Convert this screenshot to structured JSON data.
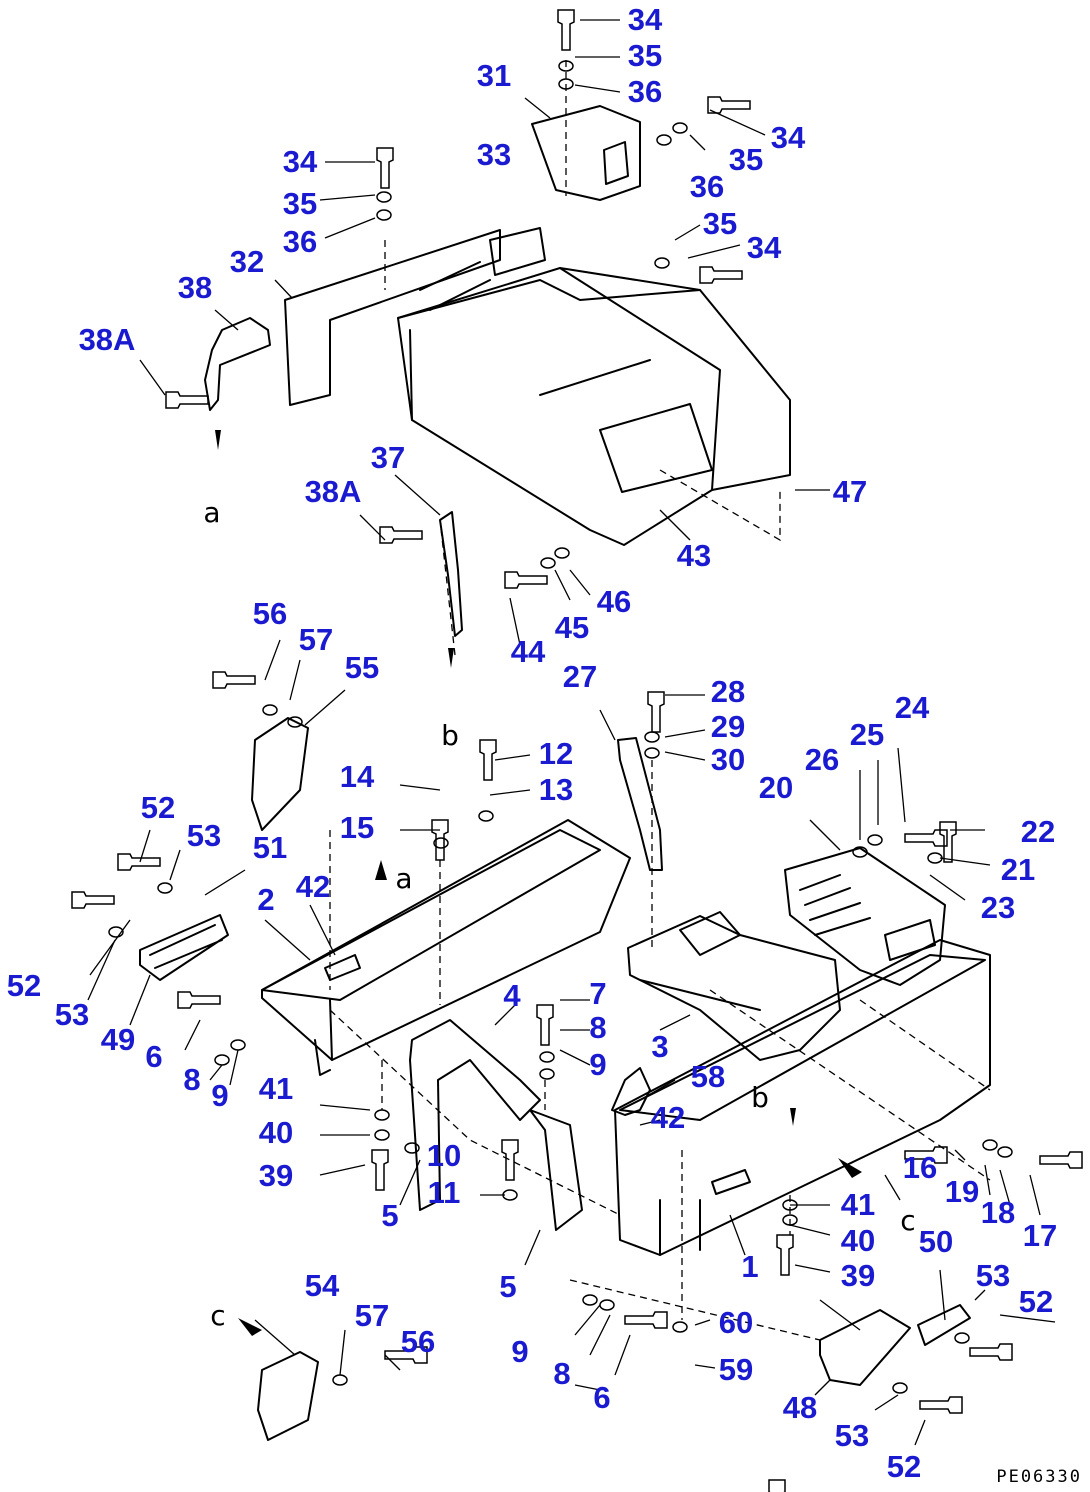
{
  "diagram": {
    "drawing_code": "PE06330",
    "view_letters": [
      "a",
      "b",
      "c"
    ],
    "callouts": [
      "1",
      "2",
      "3",
      "4",
      "5",
      "6",
      "7",
      "8",
      "9",
      "10",
      "11",
      "12",
      "13",
      "14",
      "15",
      "16",
      "17",
      "18",
      "19",
      "20",
      "21",
      "22",
      "23",
      "24",
      "25",
      "26",
      "27",
      "28",
      "29",
      "30",
      "31",
      "32",
      "33",
      "34",
      "35",
      "36",
      "37",
      "38",
      "38A",
      "39",
      "40",
      "41",
      "42",
      "43",
      "44",
      "45",
      "46",
      "47",
      "48",
      "49",
      "50",
      "51",
      "52",
      "53",
      "54",
      "55",
      "56",
      "57",
      "58",
      "59",
      "60"
    ]
  }
}
